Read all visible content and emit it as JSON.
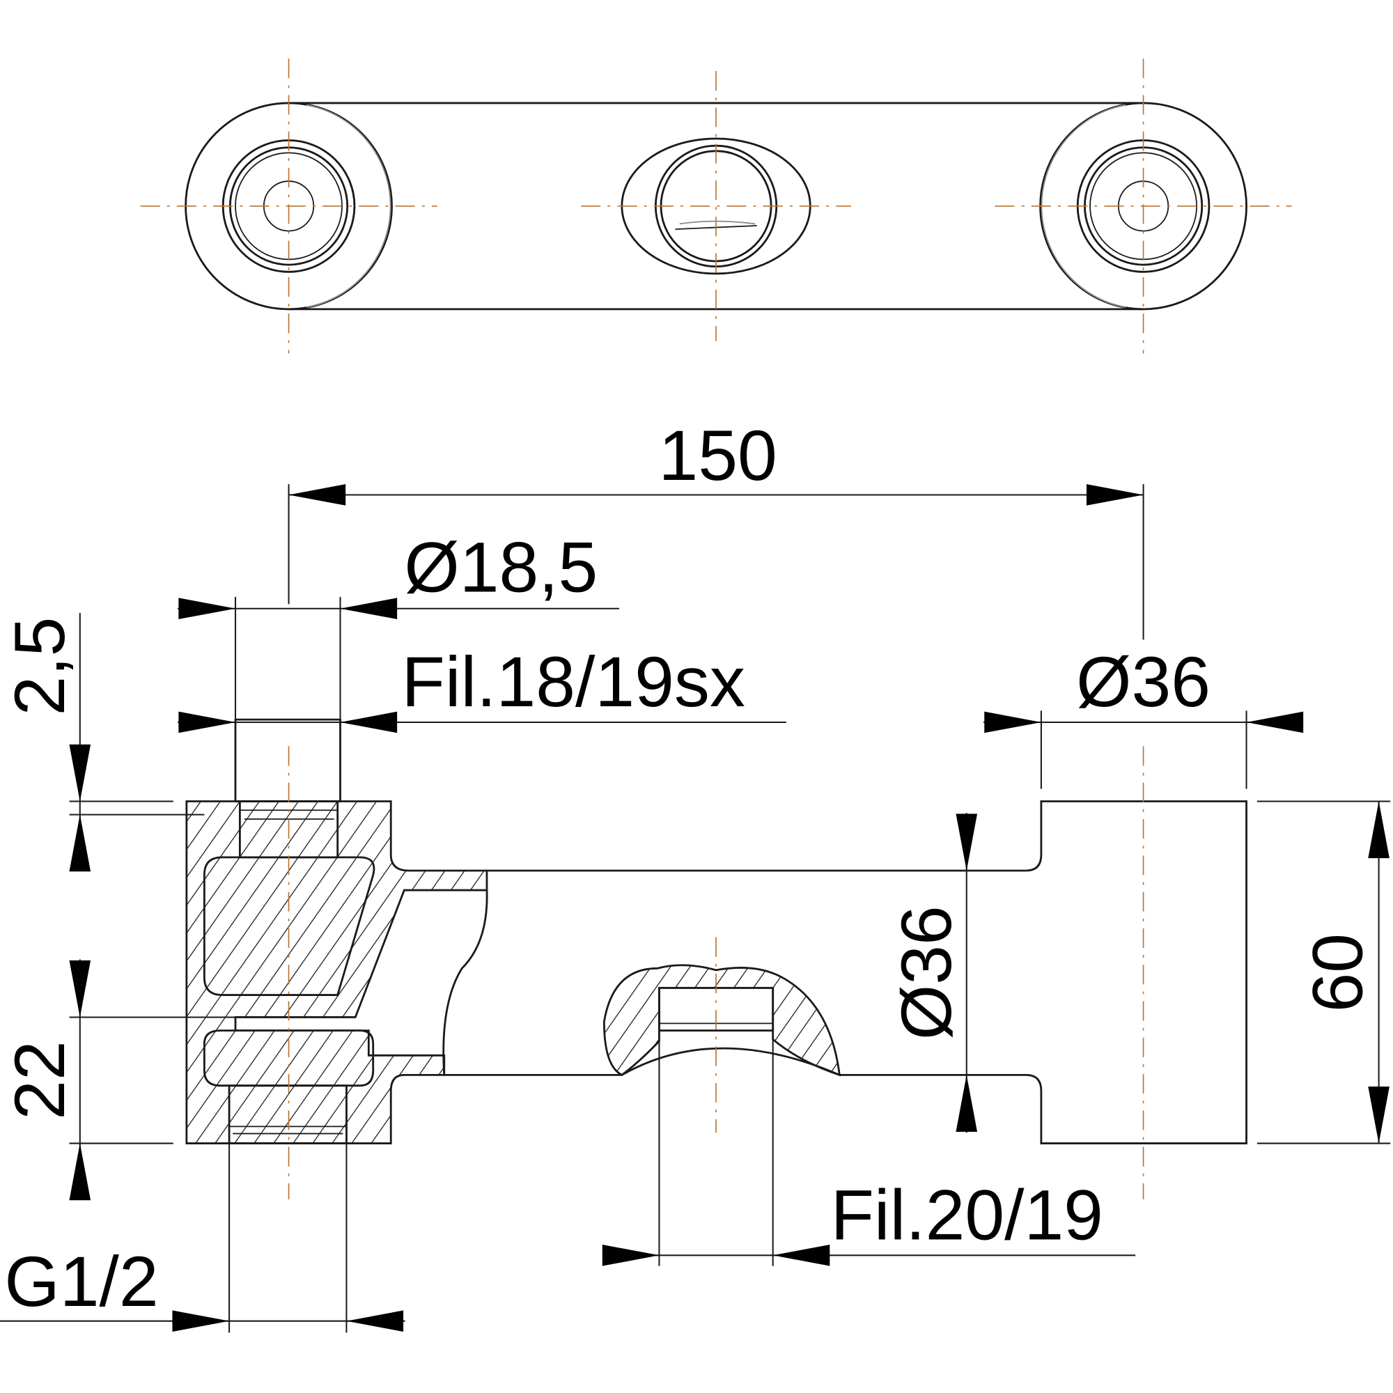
{
  "labels": {
    "center_distance": "150",
    "inlet_diameter": "Ø18,5",
    "inlet_thread": "Fil.18/19sx",
    "body_diameter_top": "Ø36",
    "body_diameter_side": "Ø36",
    "height": "60",
    "offset_top": "2,5",
    "offset_bottom": "22",
    "outlet_thread": "G1/2",
    "center_thread": "Fil.20/19"
  },
  "colors": {
    "line": "#1a1a1a",
    "centerline": "#b87333"
  }
}
